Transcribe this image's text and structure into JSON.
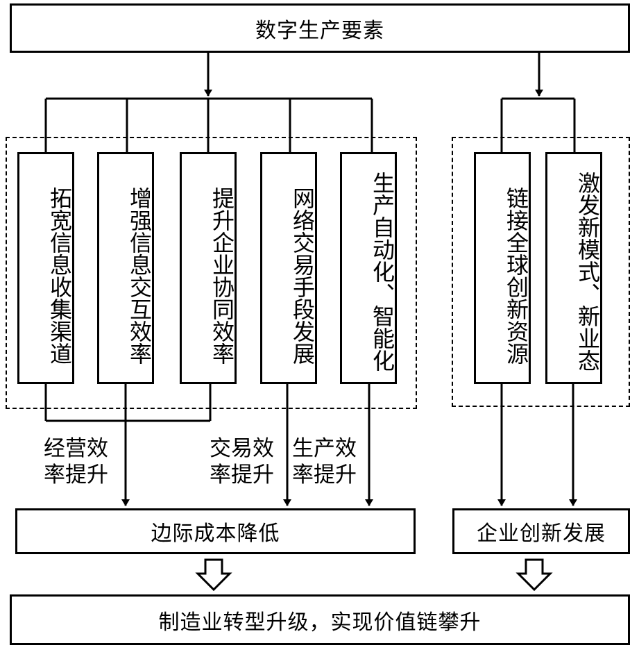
{
  "top_box": "数字生产要素",
  "left_group": [
    {
      "id": "expand",
      "text": "拓宽信息收集渠道"
    },
    {
      "id": "interact",
      "text": "增强信息交互效率"
    },
    {
      "id": "collab",
      "text": "提升企业协同效率"
    },
    {
      "id": "trade",
      "text": "网络交易手段发展"
    },
    {
      "id": "auto",
      "text": "生产自动化、智能化"
    }
  ],
  "right_group": [
    {
      "id": "global",
      "text": "链接全球创新资源"
    },
    {
      "id": "newmode",
      "text": "激发新模式、新业态"
    }
  ],
  "labels": {
    "operating": "经营效\n率提升",
    "trading": "交易效\n率提升",
    "production": "生产效\n率提升"
  },
  "cost_box": "边际成本降低",
  "innovation_box": "企业创新发展",
  "bottom_box": "制造业转型升级，实现价值链攀升"
}
